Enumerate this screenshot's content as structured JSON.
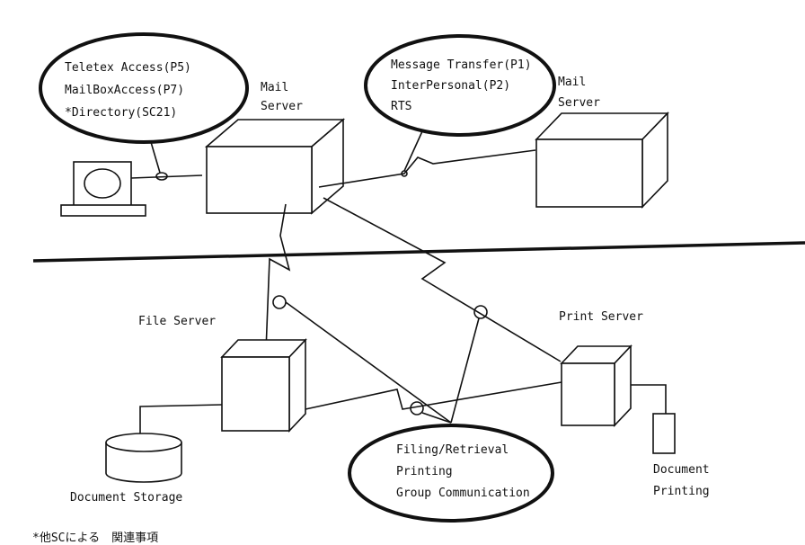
{
  "bubbles": {
    "top_left": {
      "lines": [
        "Teletex Access(P5)",
        "MailBoxAccess(P7)",
        "*Directory(SC21)"
      ]
    },
    "top_right": {
      "lines": [
        "Message Transfer(P1)",
        "InterPersonal(P2)",
        "RTS"
      ]
    },
    "bottom": {
      "lines": [
        "Filing/Retrieval",
        "Printing",
        "Group Communication"
      ]
    }
  },
  "labels": {
    "mail_server_1": [
      "Mail",
      "Server"
    ],
    "mail_server_2": [
      "Mail",
      "Server"
    ],
    "file_server": "File Server",
    "print_server": "Print Server",
    "document_storage": "Document Storage",
    "document_printing": [
      "Document",
      "Printing"
    ]
  },
  "footnote": "*他SCによる　関連事項"
}
